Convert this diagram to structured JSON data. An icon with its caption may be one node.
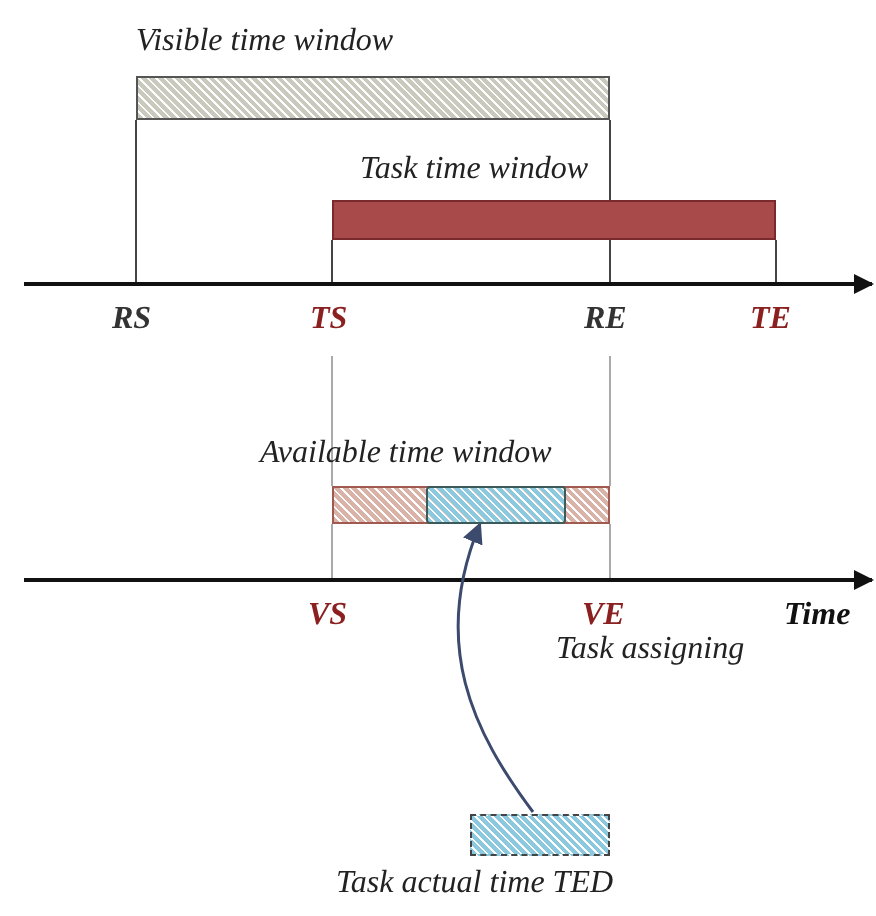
{
  "diagram": {
    "nodes": [
      {
        "text": [
          "Visible time window"
        ]
      },
      {
        "text": [
          "Task time window"
        ]
      },
      {
        "text": [
          "Available time window"
        ]
      },
      {
        "text": [],
        "shape": "bar",
        "in": 2
      },
      {
        "text": [
          "Task actual time TED"
        ]
      }
    ],
    "edges": [
      {
        "from": 4,
        "to": 3,
        "arrow": "to",
        "label": "Task assigning"
      }
    ],
    "labels": [
      "RS",
      "TS",
      "RE",
      "TE",
      "VS",
      "VE",
      "Time"
    ]
  }
}
